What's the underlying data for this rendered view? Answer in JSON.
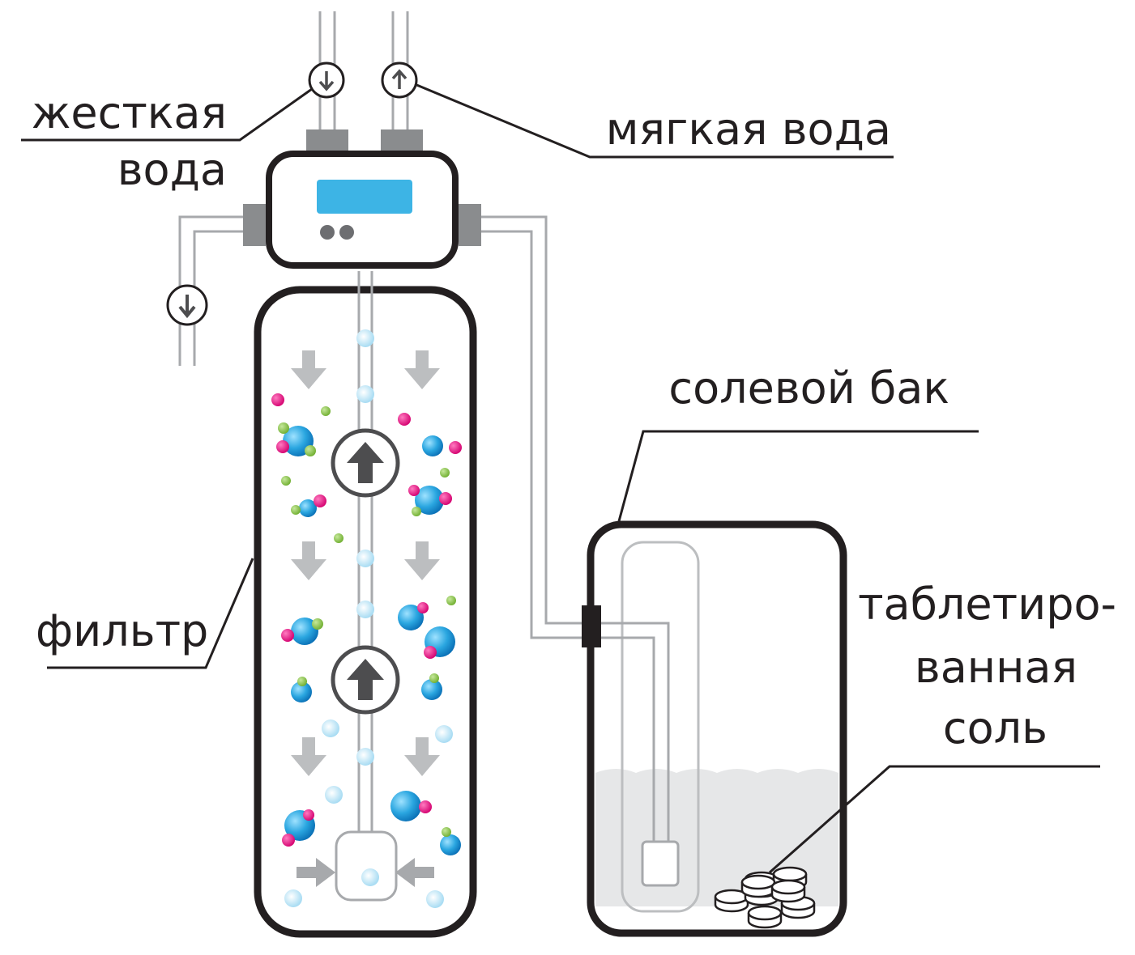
{
  "labels": {
    "hard_water": [
      "жесткая",
      "вода"
    ],
    "soft_water": "мягкая вода",
    "filter": "фильтр",
    "brine_tank": "солевой бак",
    "tablet_salt": [
      "таблетиро-",
      "ванная",
      "соль"
    ]
  },
  "colors": {
    "outline": "#231f20",
    "pipe": "#a7a9ac",
    "fitting": "#8a8c8e",
    "display": "#3db4e5",
    "arrow": "#bcbec0",
    "flow_arrow": "#4d4d4f",
    "magenta_ion": "#e6007e",
    "green_ion": "#8dc63f",
    "water_level": "#e6e7e8"
  },
  "icons": {
    "flow_in": "arrow-down-icon",
    "flow_out": "arrow-up-icon",
    "regeneration_flow": "arrow-up-icon",
    "downflow": "arrow-down-icon"
  }
}
